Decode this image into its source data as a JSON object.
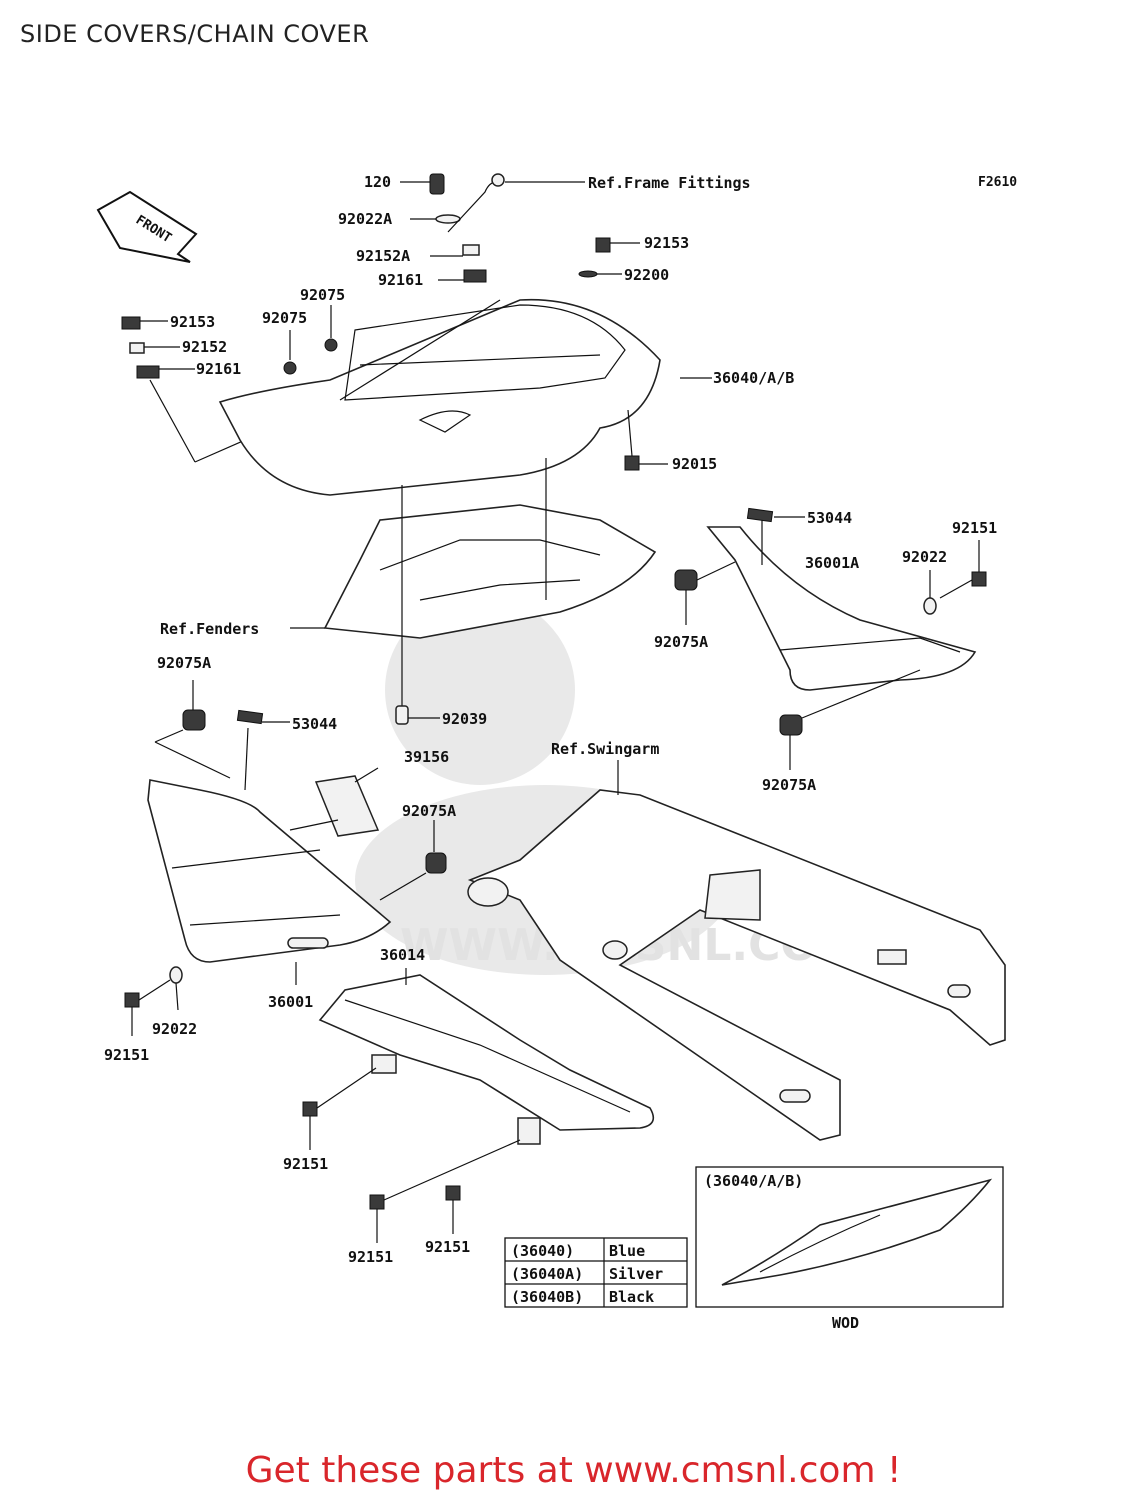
{
  "title": "SIDE COVERS/CHAIN COVER",
  "figure_code": "F2610",
  "front_label": "FRONT",
  "watermark": "WWW.CMSNL.COM",
  "labels": {
    "p120": "120",
    "p92022A": "92022A",
    "ref_frame": "Ref.Frame Fittings",
    "p92152A": "92152A",
    "p92161_top": "92161",
    "p92153_top": "92153",
    "p92200": "92200",
    "p92075_a": "92075",
    "p92075_b": "92075",
    "p92153_left": "92153",
    "p92152": "92152",
    "p92161_left": "92161",
    "p36040AB": "36040/A/B",
    "p92015": "92015",
    "p53044_right": "53044",
    "p92151_right": "92151",
    "p36001A": "36001A",
    "p92022_right": "92022",
    "p92075A_mid": "92075A",
    "ref_fenders": "Ref.Fenders",
    "p92075A_left": "92075A",
    "p53044_left": "53044",
    "p92039": "92039",
    "ref_swingarm": "Ref.Swingarm",
    "p92075A_right": "92075A",
    "p39156": "39156",
    "p92075A_center": "92075A",
    "p36014": "36014",
    "p36001": "36001",
    "p92022_left": "92022",
    "p92151_left": "92151",
    "p92151_mid": "92151",
    "p92151_b1": "92151",
    "p92151_b2": "92151"
  },
  "color_table": {
    "rows": [
      {
        "part": "(36040)",
        "color": "Blue"
      },
      {
        "part": "(36040A)",
        "color": "Silver"
      },
      {
        "part": "(36040B)",
        "color": "Black"
      }
    ]
  },
  "inset": {
    "label": "(36040/A/B)",
    "code": "WOD"
  },
  "footer": "Get these parts at www.cmsnl.com !"
}
